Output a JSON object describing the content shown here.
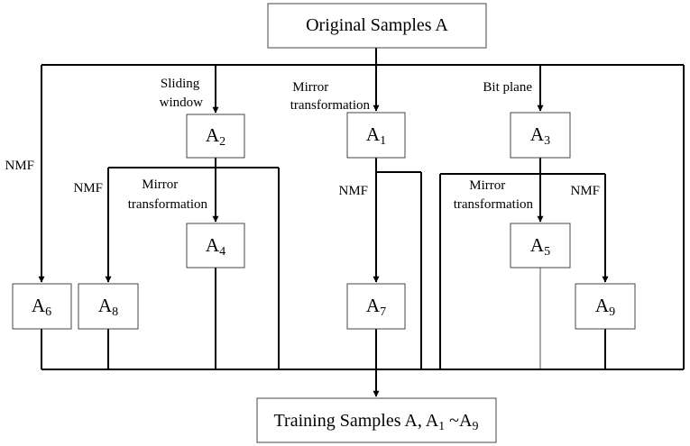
{
  "nodes": {
    "original": {
      "text": "Original Samples A"
    },
    "a1": {
      "base": "A",
      "sub": "1"
    },
    "a2": {
      "base": "A",
      "sub": "2"
    },
    "a3": {
      "base": "A",
      "sub": "3"
    },
    "a4": {
      "base": "A",
      "sub": "4"
    },
    "a5": {
      "base": "A",
      "sub": "5"
    },
    "a6": {
      "base": "A",
      "sub": "6"
    },
    "a7": {
      "base": "A",
      "sub": "7"
    },
    "a8": {
      "base": "A",
      "sub": "8"
    },
    "a9": {
      "base": "A",
      "sub": "9"
    },
    "training": {
      "prefix": "Training Samples A, A",
      "sub1": "1",
      "mid": " ~A",
      "sub2": "9"
    }
  },
  "edge_labels": {
    "sliding_window": [
      "Sliding",
      "window"
    ],
    "mirror_top": [
      "Mirror",
      "transformation"
    ],
    "bit_plane": [
      "Bit plane"
    ],
    "nmf_left": [
      "NMF"
    ],
    "nmf_a2": [
      "NMF"
    ],
    "mirror_a2": [
      "Mirror",
      "transformation"
    ],
    "nmf_a1": [
      "NMF"
    ],
    "mirror_a3": [
      "Mirror",
      "transformation"
    ],
    "nmf_a3": [
      "NMF"
    ]
  }
}
